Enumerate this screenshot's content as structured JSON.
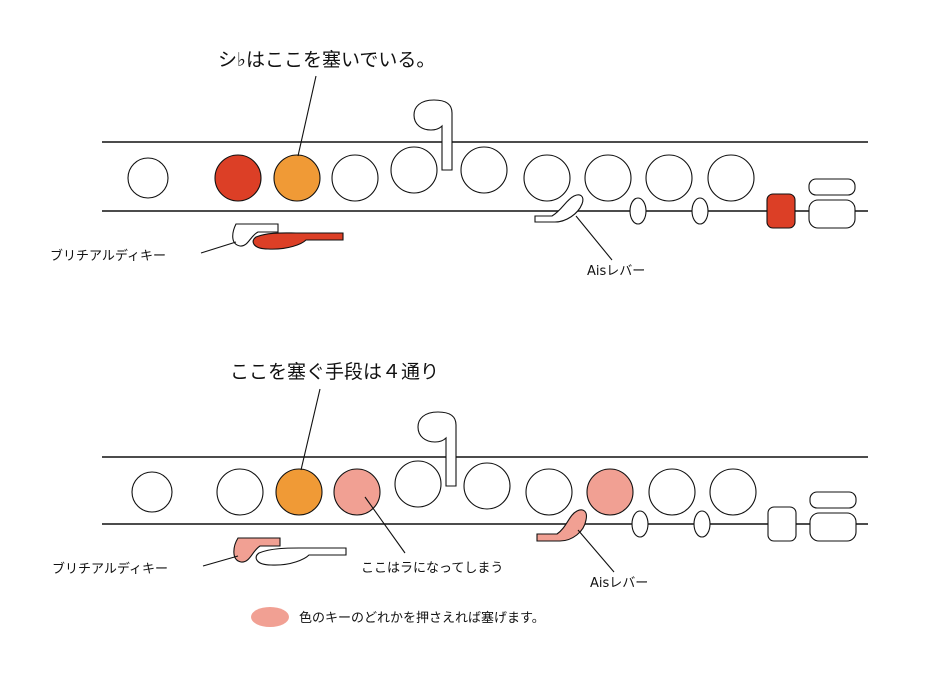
{
  "top": {
    "caption": "シ♭はここを塞いでいる。",
    "brille_label": "ブリチアルディキー",
    "ais_label": "Aisレバー"
  },
  "bottom": {
    "caption": "ここを塞ぐ手段は４通り",
    "brille_label": "ブリチアルディキー",
    "ra_label": "ここはラになってしまう",
    "ais_label": "Aisレバー"
  },
  "legend": {
    "text": "色のキーのどれかを押さえれば塞げます。"
  },
  "colors": {
    "red": "#DC3F26",
    "orange": "#F09A36",
    "pink": "#F1A093",
    "line": "#111111",
    "white": "#FFFFFF"
  }
}
